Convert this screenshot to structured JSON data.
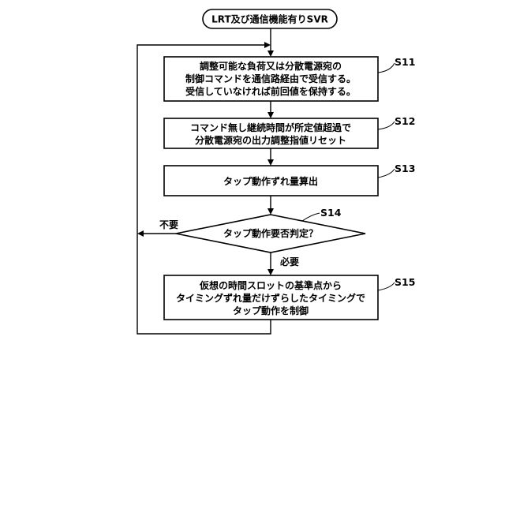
{
  "start": {
    "label": "LRT及び通信機能有りSVR"
  },
  "steps": [
    {
      "id": "S11",
      "lines": [
        "調整可能な負荷又は分散電源宛の",
        "制御コマンドを通信路経由で受信する。",
        "受信していなければ前回値を保持する。"
      ]
    },
    {
      "id": "S12",
      "lines": [
        "コマンド無し継続時間が所定値超過で",
        "分散電源宛の出力調整指値リセット"
      ]
    },
    {
      "id": "S13",
      "lines": [
        "タップ動作ずれ量算出"
      ]
    },
    {
      "id": "S14",
      "lines": [
        "タップ動作要否判定？"
      ]
    },
    {
      "id": "S15",
      "lines": [
        "仮想の時間スロットの基準点から",
        "タイミングずれ量だけずらしたタイミングで",
        "タップ動作を制御"
      ]
    }
  ],
  "branches": {
    "no": "不要",
    "yes": "必要"
  },
  "colors": {
    "stroke": "#000000",
    "fill": "#ffffff"
  }
}
